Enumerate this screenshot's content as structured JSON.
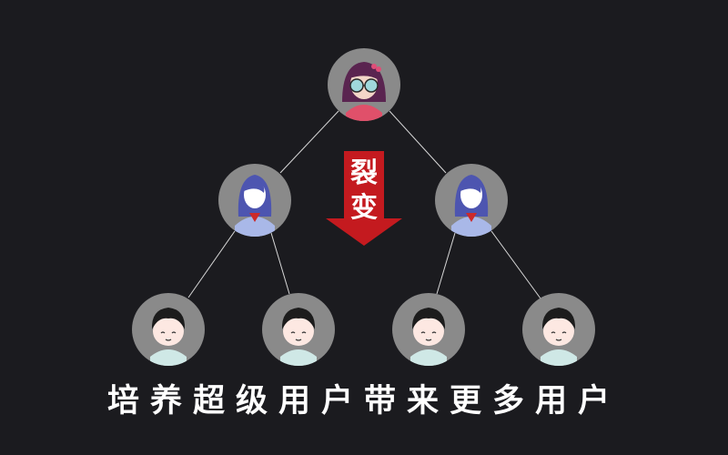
{
  "arrow": {
    "char1": "裂",
    "char2": "变",
    "color": "#c41a1f"
  },
  "caption": "培养超级用户带来更多用户",
  "colors": {
    "background": "#1b1b1f",
    "node_fill": "#8a8a8a",
    "connector": "#d8d8d8",
    "text": "#ffffff"
  },
  "nodes": {
    "top": {
      "icon": "woman-with-glasses-avatar-icon"
    },
    "middle": {
      "icon": "woman-blue-hair-avatar-icon",
      "count": 2
    },
    "bottom": {
      "icon": "boy-avatar-icon",
      "count": 4
    }
  }
}
